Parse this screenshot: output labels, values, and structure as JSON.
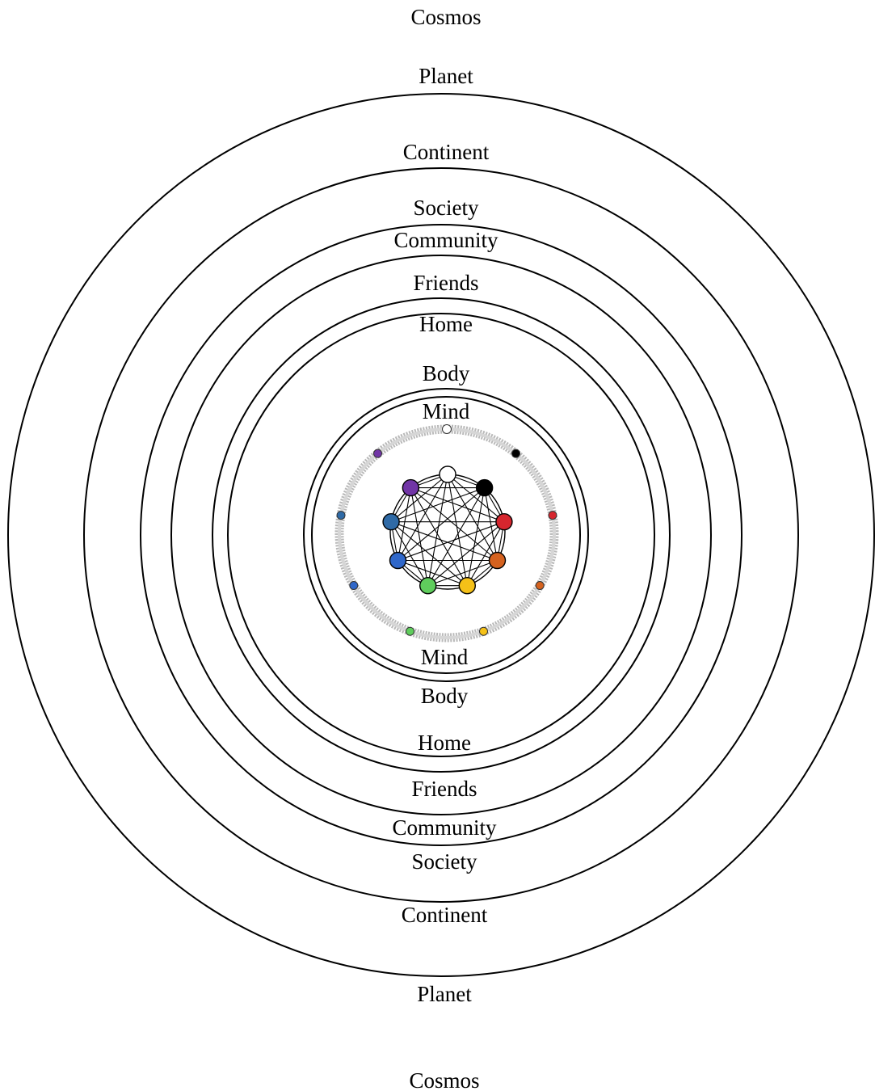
{
  "rings": [
    {
      "id": "cosmos",
      "label": "Cosmos"
    },
    {
      "id": "planet",
      "label": "Planet"
    },
    {
      "id": "continent",
      "label": "Continent"
    },
    {
      "id": "society",
      "label": "Society"
    },
    {
      "id": "community",
      "label": "Community"
    },
    {
      "id": "friends",
      "label": "Friends"
    },
    {
      "id": "home",
      "label": "Home"
    },
    {
      "id": "body",
      "label": "Body"
    },
    {
      "id": "mind",
      "label": "Mind"
    }
  ],
  "network": {
    "node_colors": [
      "#ffffff",
      "#000000",
      "#d6262e",
      "#d5621f",
      "#f5c118",
      "#5fcd5c",
      "#2f67c9",
      "#2f6aa6",
      "#7135a6"
    ],
    "outer_bead_colors": [
      "#ffffff",
      "#000000",
      "#d6262e",
      "#d5621f",
      "#f5c118",
      "#5fcd5c",
      "#2f67c9",
      "#2f6aa6",
      "#7135a6"
    ]
  }
}
